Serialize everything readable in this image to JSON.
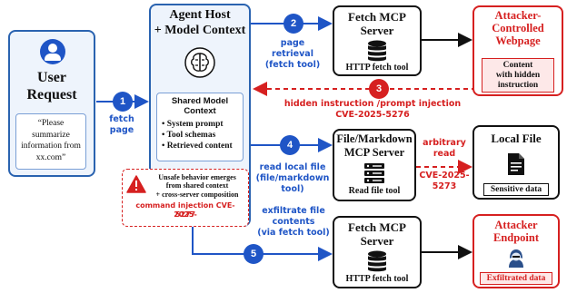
{
  "user": {
    "title_line1": "User",
    "title_line2": "Request",
    "quote_lines": [
      "“Please",
      "summarize",
      "information from",
      "xx.com”"
    ]
  },
  "agent_host": {
    "title_line1": "Agent Host",
    "title_line2": "+ Model Context",
    "shared_title_line1": "Shared Model",
    "shared_title_line2": "Context",
    "items": [
      "• System prompt",
      "• Tool schemas",
      "• Retrieved content"
    ]
  },
  "warning": {
    "line1": "Unsafe behavior emerges",
    "line2": "from shared context",
    "line3": "+ cross-server composition",
    "cve_line1": "command injection CVE-2025-",
    "cve_line2": "5277"
  },
  "fetch_server_top": {
    "title_line1": "Fetch MCP",
    "title_line2": "Server",
    "caption": "HTTP fetch tool"
  },
  "fetch_server_bottom": {
    "title_line1": "Fetch MCP",
    "title_line2": "Server",
    "caption": "HTTP fetch tool"
  },
  "file_server": {
    "title_line1": "File/Markdown",
    "title_line2": "MCP Server",
    "caption": "Read file tool"
  },
  "attacker_webpage": {
    "title_line1": "Attacker-",
    "title_line2": "Controlled",
    "title_line3": "Webpage",
    "inner_line1": "Content",
    "inner_line2": "with hidden",
    "inner_line3": "instruction"
  },
  "local_file": {
    "title": "Local File",
    "caption": "Sensitive data"
  },
  "attacker_endpoint": {
    "title_line1": "Attacker",
    "title_line2": "Endpoint",
    "caption": "Exfiltrated data"
  },
  "steps": {
    "s1": {
      "num": "1",
      "line1": "fetch",
      "line2": "page"
    },
    "s2": {
      "num": "2",
      "line1": "page",
      "line2": "retrieval",
      "line3": "(fetch tool)"
    },
    "s3": {
      "num": "3",
      "line1": "hidden instruction /prompt injection",
      "line2": "CVE-2025-5276"
    },
    "s4": {
      "num": "4",
      "line1": "read local file",
      "line2": "(file/markdown",
      "line3": "tool)"
    },
    "s5": {
      "num": "5",
      "line1": "exfiltrate file",
      "line2": "contents",
      "line3": "(via fetch tool)"
    }
  },
  "arbitrary_read": {
    "line1": "arbitrary",
    "line2": "read",
    "cve_line1": "CVE-2025-",
    "cve_line2": "5273"
  },
  "colors": {
    "blue": "#1f55c6",
    "red": "#d62020",
    "dark": "#111111"
  },
  "icons": [
    "user-icon",
    "brain-icon",
    "database-icon",
    "server-rack-icon",
    "document-icon",
    "hacker-icon",
    "warning-icon"
  ]
}
